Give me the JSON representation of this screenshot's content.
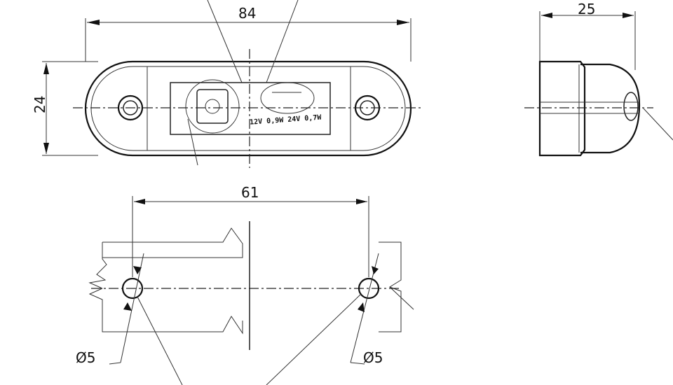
{
  "dimensions": {
    "length_top": "84",
    "height_left": "24",
    "depth_side": "25",
    "hole_spacing": "61",
    "hole_dia_left": "Ø5",
    "hole_dia_right": "Ø5"
  },
  "lamp_label": "12V 0,9W 24V 0,7W"
}
